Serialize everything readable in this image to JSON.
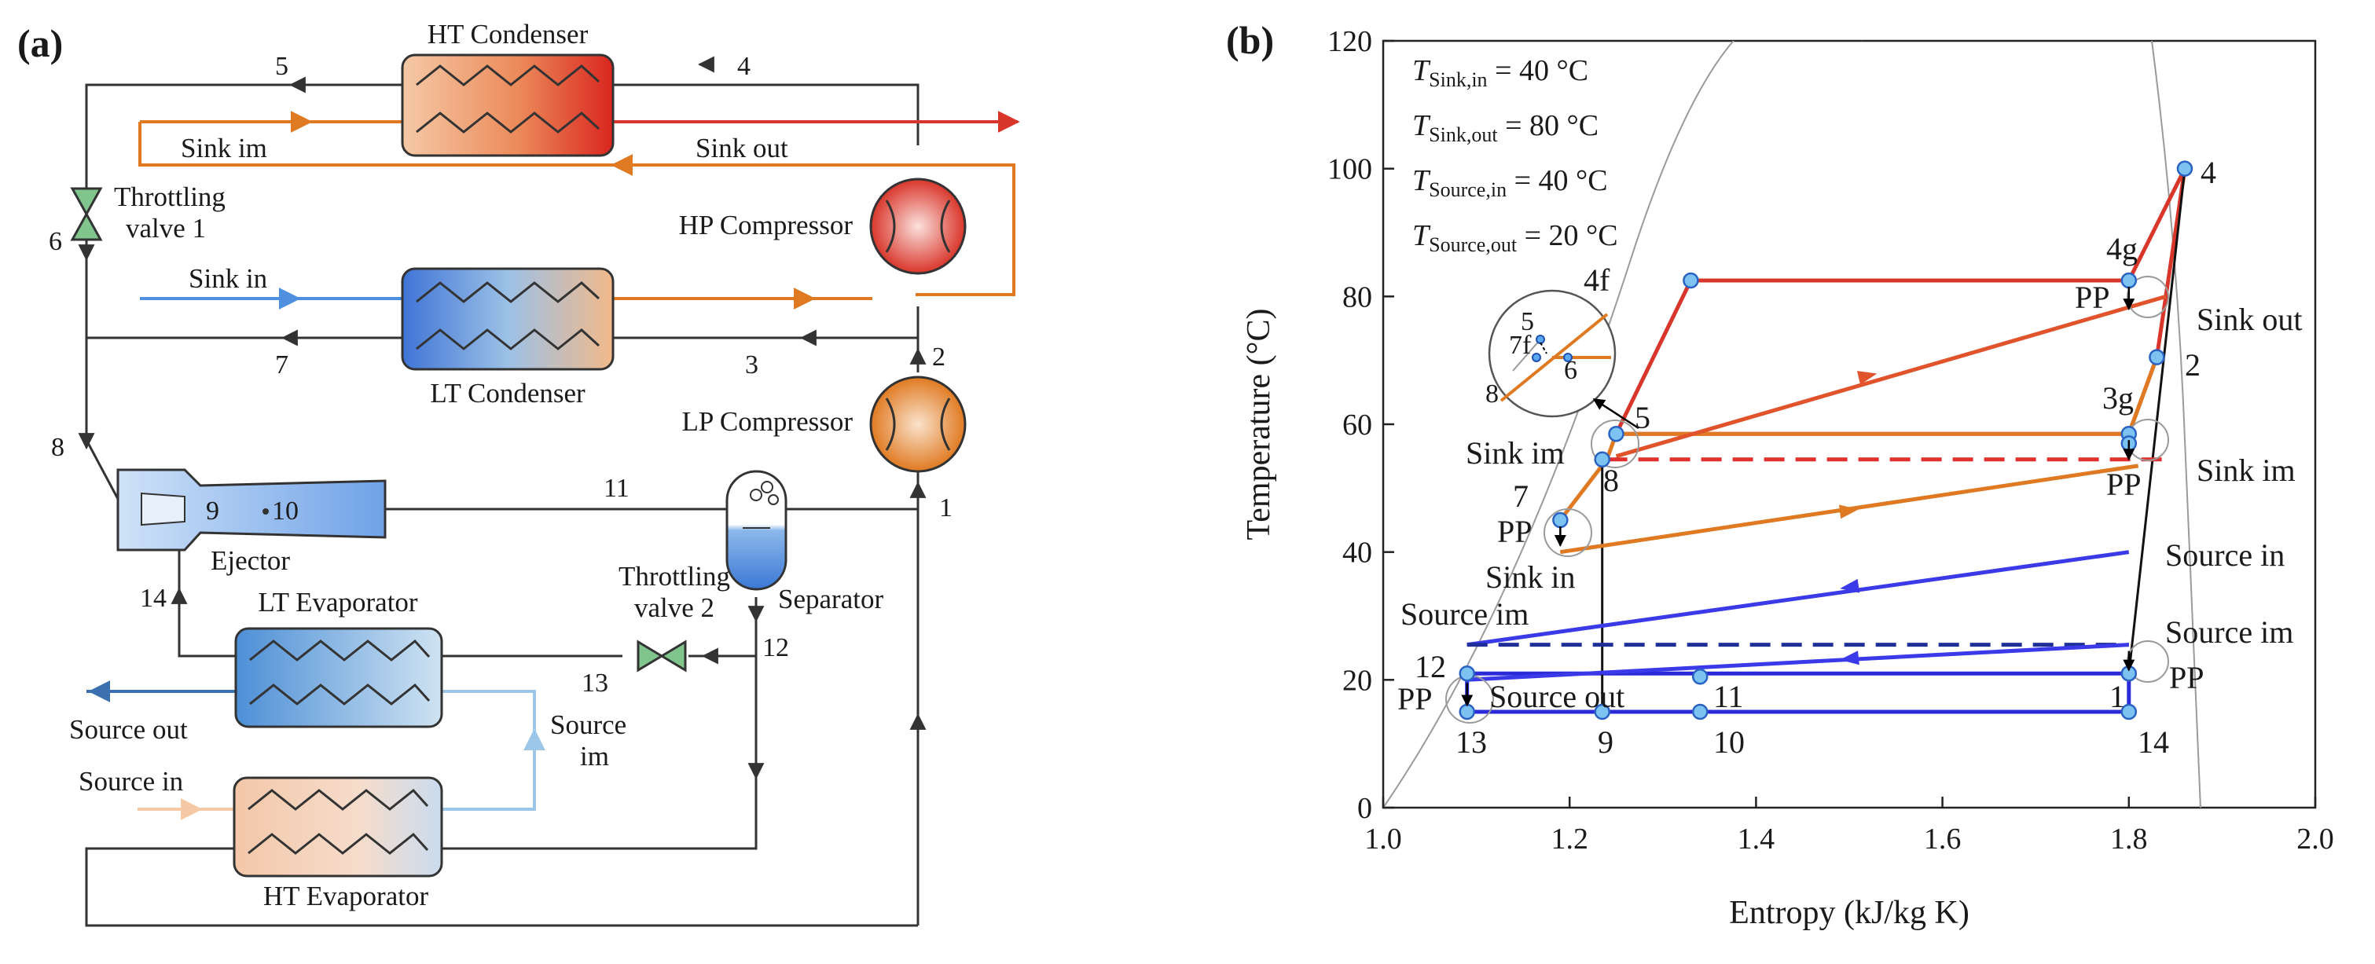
{
  "panel_a": {
    "label": "(a)",
    "components": {
      "ht_condenser": "HT Condenser",
      "lt_condenser": "LT Condenser",
      "hp_compressor": "HP Compressor",
      "lp_compressor": "LP Compressor",
      "throttling_valve_1_line1": "Throttling",
      "throttling_valve_1_line2": "valve 1",
      "throttling_valve_2_line1": "Throttling",
      "throttling_valve_2_line2": "valve 2",
      "ejector": "Ejector",
      "separator": "Separator",
      "lt_evaporator": "LT Evaporator",
      "ht_evaporator": "HT Evaporator"
    },
    "flows": {
      "sink_im": "Sink im",
      "sink_out": "Sink out",
      "sink_in": "Sink in",
      "source_out": "Source out",
      "source_im_line1": "Source",
      "source_im_line2": "im",
      "source_in": "Source in"
    },
    "states": [
      "1",
      "2",
      "3",
      "4",
      "5",
      "6",
      "7",
      "8",
      "9",
      "10",
      "11",
      "12",
      "13",
      "14"
    ],
    "colors": {
      "hot_red": "#d9362b",
      "warm_orange": "#e07a22",
      "cold_blue": "#4f8fe0",
      "pale_blue": "#9cc7e8",
      "pale_orange": "#f5c9a6",
      "line": "#333333"
    }
  },
  "panel_b": {
    "label": "(b)",
    "conditions": [
      {
        "symbol": "T",
        "sub": "Sink,in",
        "value": " = 40 °C"
      },
      {
        "symbol": "T",
        "sub": "Sink,out",
        "value": " = 80 °C"
      },
      {
        "symbol": "T",
        "sub": "Source,in",
        "value": " = 40 °C"
      },
      {
        "symbol": "T",
        "sub": "Source,out",
        "value": " = 20 °C"
      }
    ],
    "labels": {
      "4": "4",
      "4g": "4g",
      "4f": "4f",
      "2": "2",
      "3g": "3g",
      "5": "5",
      "8": "8",
      "7": "7",
      "12": "12",
      "13": "13",
      "9": "9",
      "11": "11",
      "10": "10",
      "1": "1",
      "14": "14",
      "pp": "PP",
      "sink_out": "Sink out",
      "sink_im_left": "Sink im",
      "sink_im_right": "Sink im",
      "sink_in": "Sink in",
      "source_in": "Source in",
      "source_im_left": "Source im",
      "source_im_right": "Source im",
      "source_out": "Source out",
      "inset_5": "5",
      "inset_7f": "7f",
      "inset_6": "6",
      "inset_8": "8"
    }
  },
  "chart_data": {
    "type": "line",
    "title": "",
    "xlabel": "Entropy (kJ/kg K)",
    "ylabel": "Temperature (°C)",
    "xlim": [
      1.0,
      2.0
    ],
    "ylim": [
      0,
      120
    ],
    "xticks": [
      "1.0",
      "1.2",
      "1.4",
      "1.6",
      "1.8",
      "2.0"
    ],
    "yticks": [
      "0",
      "20",
      "40",
      "60",
      "80",
      "100",
      "120"
    ],
    "grid": false,
    "series": [
      {
        "color": "#d9362b",
        "style": "solid",
        "points": [
          [
            1.25,
            58.5
          ],
          [
            1.33,
            82.5
          ],
          [
            1.8,
            82.5
          ],
          [
            1.86,
            100
          ],
          [
            1.83,
            70.5
          ],
          [
            1.8,
            58.5
          ],
          [
            1.25,
            58.5
          ]
        ]
      },
      {
        "color": "#e07a22",
        "style": "solid",
        "points": [
          [
            1.19,
            45
          ],
          [
            1.24,
            54.5
          ],
          [
            1.25,
            58.5
          ],
          [
            1.8,
            58.5
          ],
          [
            1.83,
            70.5
          ]
        ]
      },
      {
        "color": "#2a2ad9",
        "style": "solid",
        "points": [
          [
            1.09,
            15
          ],
          [
            1.8,
            15
          ],
          [
            1.8,
            21
          ],
          [
            1.09,
            21
          ],
          [
            1.09,
            15
          ]
        ]
      },
      {
        "color": "#111111",
        "style": "solid",
        "points": [
          [
            1.86,
            100
          ],
          [
            1.8,
            21
          ]
        ]
      },
      {
        "color": "#111111",
        "style": "solid",
        "points": [
          [
            1.235,
            54.5
          ],
          [
            1.235,
            15
          ]
        ]
      },
      {
        "color": "#e0532b",
        "style": "solid",
        "points": [
          [
            1.25,
            55
          ],
          [
            1.84,
            80
          ]
        ]
      },
      {
        "color": "#e07a22",
        "style": "solid",
        "points": [
          [
            1.19,
            40
          ],
          [
            1.81,
            53.5
          ]
        ]
      },
      {
        "color": "#e03030",
        "style": "dashed",
        "points": [
          [
            1.24,
            54.5
          ],
          [
            1.84,
            54.5
          ]
        ]
      },
      {
        "color": "#3a3ae8",
        "style": "solid",
        "points": [
          [
            1.09,
            25.5
          ],
          [
            1.8,
            40
          ]
        ]
      },
      {
        "color": "#1f2f9a",
        "style": "dashed",
        "points": [
          [
            1.09,
            25.5
          ],
          [
            1.8,
            25.5
          ]
        ]
      },
      {
        "color": "#3a3ae8",
        "style": "solid",
        "points": [
          [
            1.09,
            20
          ],
          [
            1.8,
            25.5
          ]
        ]
      }
    ],
    "state_points": [
      {
        "name": "4",
        "x": 1.86,
        "y": 100
      },
      {
        "name": "4g",
        "x": 1.8,
        "y": 82.5
      },
      {
        "name": "4f",
        "x": 1.33,
        "y": 82.5
      },
      {
        "name": "2",
        "x": 1.83,
        "y": 70.5
      },
      {
        "name": "3g",
        "x": 1.8,
        "y": 58.5
      },
      {
        "name": "5",
        "x": 1.25,
        "y": 58.5
      },
      {
        "name": "8",
        "x": 1.235,
        "y": 54.5
      },
      {
        "name": "7",
        "x": 1.19,
        "y": 45
      },
      {
        "name": "12",
        "x": 1.09,
        "y": 21
      },
      {
        "name": "13",
        "x": 1.09,
        "y": 15
      },
      {
        "name": "9",
        "x": 1.235,
        "y": 15
      },
      {
        "name": "11",
        "x": 1.34,
        "y": 20.5
      },
      {
        "name": "10",
        "x": 1.34,
        "y": 15
      },
      {
        "name": "1",
        "x": 1.8,
        "y": 21
      },
      {
        "name": "14",
        "x": 1.8,
        "y": 15
      },
      {
        "name": "3g-low",
        "x": 1.8,
        "y": 57
      }
    ]
  }
}
